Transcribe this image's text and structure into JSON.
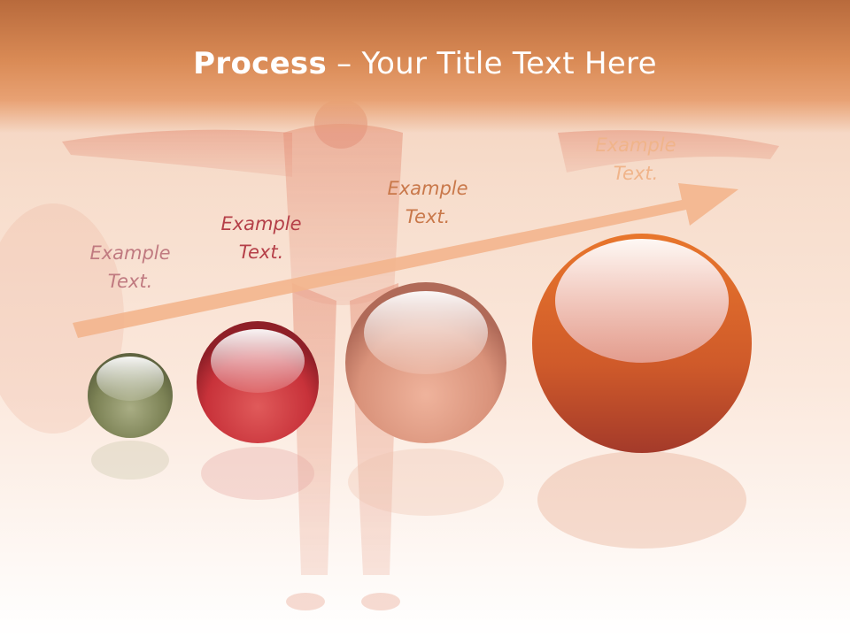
{
  "title": {
    "bold": "Process",
    "dash": " – ",
    "rest": "Your Title Text Here"
  },
  "labels": [
    {
      "line1": "Example",
      "line2": "Text.",
      "color": "#c07a80"
    },
    {
      "line1": "Example",
      "line2": "Text.",
      "color": "#b53f48"
    },
    {
      "line1": "Example",
      "line2": "Text.",
      "color": "#c9784a"
    },
    {
      "line1": "Example",
      "line2": "Text.",
      "color": "#f0b48a"
    }
  ],
  "colors": {
    "title_bar": "#d98a55",
    "arrow": "#f3b58d",
    "sphere_olive": "#7c8255",
    "sphere_red": "#c8323a",
    "sphere_salmon": "#d9927a",
    "sphere_orange": "#d9692a"
  }
}
